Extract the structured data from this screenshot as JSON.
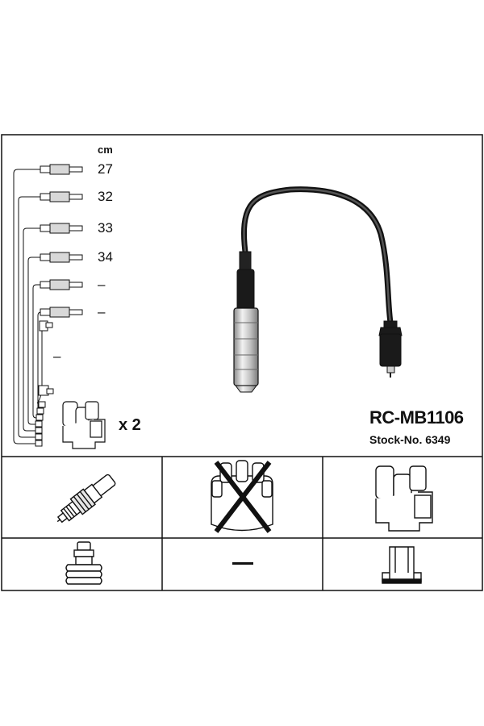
{
  "unit_label": "cm",
  "lengths": [
    "27",
    "32",
    "33",
    "34",
    "–",
    "–"
  ],
  "coil_connector_dash": "–",
  "multiplier": "x 2",
  "part_number": "RC-MB1106",
  "stock_number": "Stock-No. 6349",
  "icons": {
    "row1": [
      "spark-plug-icon",
      "distributor-cap-crossed-icon",
      "ignition-coil-icon"
    ],
    "row2": [
      "spark-plug-terminal-icon",
      "none-dash-icon",
      "coil-terminal-icon"
    ]
  },
  "colors": {
    "line": "#111111",
    "background": "#ffffff",
    "metal": "#cfcfcf"
  }
}
